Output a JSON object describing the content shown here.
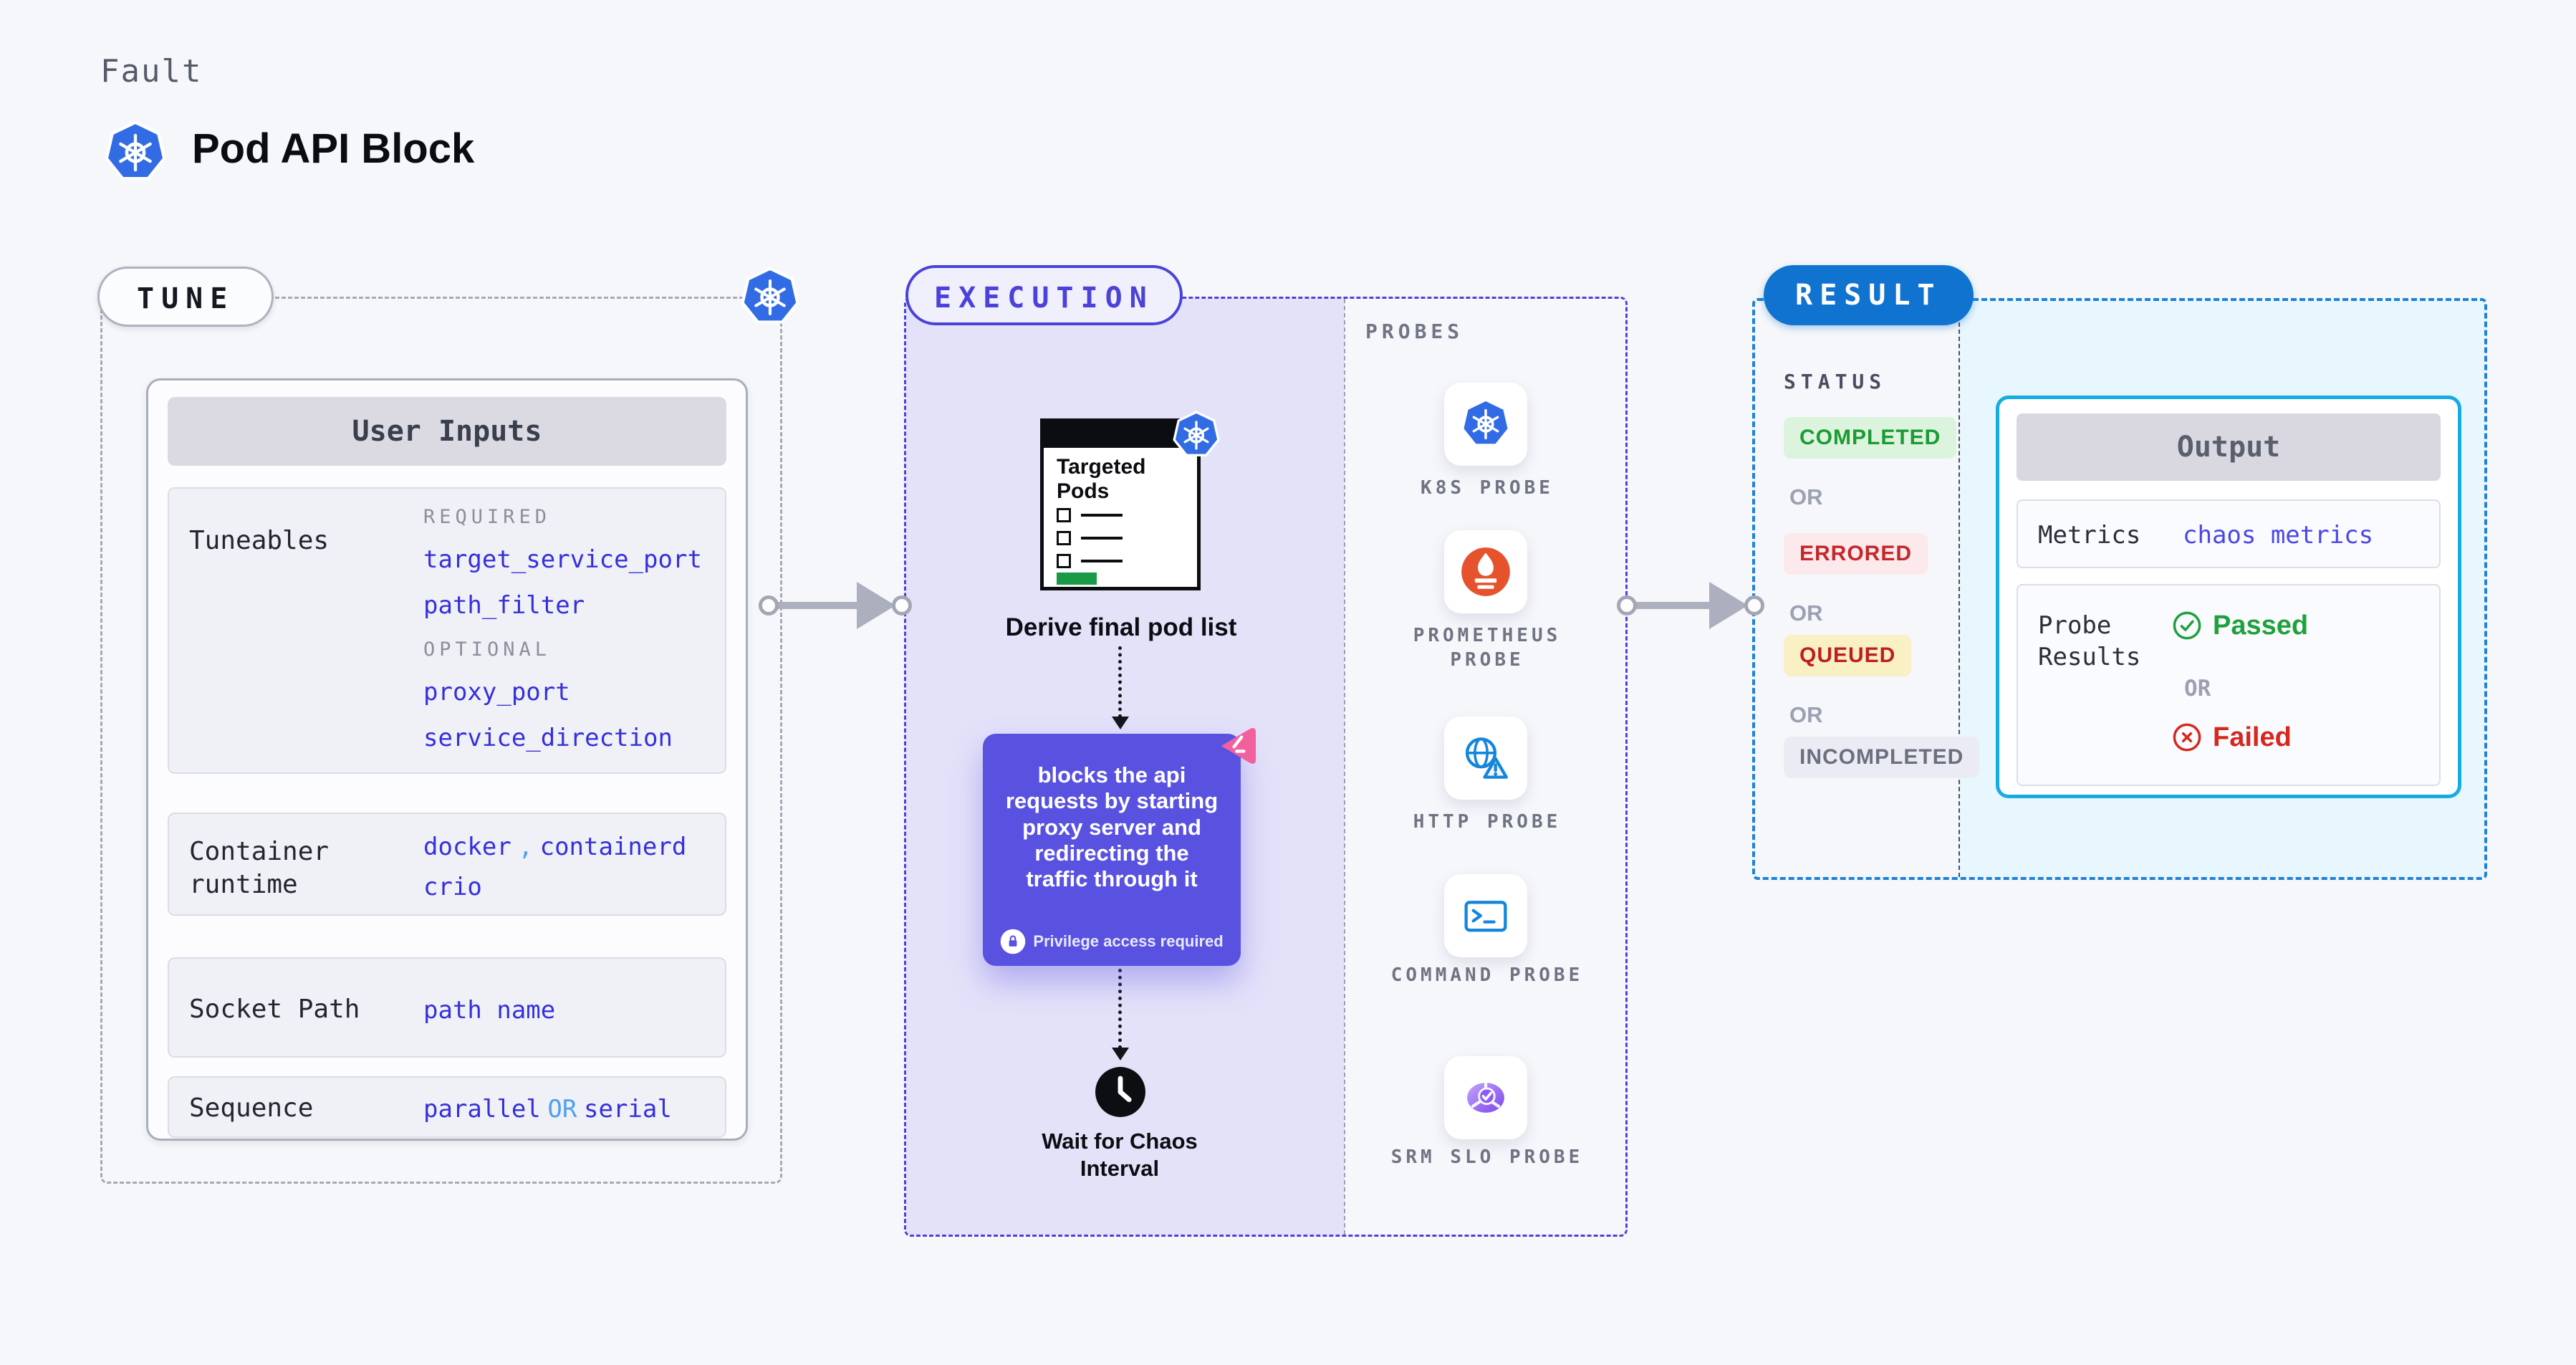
{
  "header": {
    "kicker": "Fault",
    "title": "Pod API Block"
  },
  "tune": {
    "badge": "TUNE",
    "card_header": "User Inputs",
    "tuneables": {
      "label": "Tuneables",
      "required_label": "REQUIRED",
      "required_items": [
        "target_service_port",
        "path_filter"
      ],
      "optional_label": "OPTIONAL",
      "optional_items": [
        "proxy_port",
        "service_direction"
      ]
    },
    "container_runtime": {
      "label": "Container runtime",
      "values": [
        "docker",
        "containerd",
        "crio"
      ],
      "separator": ","
    },
    "socket_path": {
      "label": "Socket Path",
      "value": "path name"
    },
    "sequence": {
      "label": "Sequence",
      "value_a": "parallel",
      "or": "OR",
      "value_b": "serial"
    }
  },
  "execution": {
    "badge": "EXECUTION",
    "targeted_pods": {
      "title": "Targeted Pods"
    },
    "derive_label": "Derive final pod list",
    "action_box": {
      "text": "blocks the api requests by starting proxy server and redirecting the traffic through it",
      "privilege_note": "Privilege access required"
    },
    "wait_label": "Wait for Chaos Interval"
  },
  "probes": {
    "label": "PROBES",
    "items": [
      {
        "name": "K8S PROBE",
        "icon": "kubernetes-icon"
      },
      {
        "name": "PROMETHEUS PROBE",
        "icon": "prometheus-icon"
      },
      {
        "name": "HTTP PROBE",
        "icon": "globe-warning-icon"
      },
      {
        "name": "COMMAND PROBE",
        "icon": "terminal-icon"
      },
      {
        "name": "SRM SLO PROBE",
        "icon": "slo-pie-check-icon"
      }
    ]
  },
  "result": {
    "badge": "RESULT",
    "status": {
      "label": "STATUS",
      "or": "OR",
      "items": [
        {
          "text": "COMPLETED",
          "color": "#1C9B33",
          "bg": "#DCF3DE"
        },
        {
          "text": "ERRORED",
          "color": "#C2282C",
          "bg": "#FBE9EB"
        },
        {
          "text": "QUEUED",
          "color": "#BE1E1E",
          "bg": "#FAF0C6"
        },
        {
          "text": "INCOMPLETED",
          "color": "#6A7080",
          "bg": "#EBECF3"
        }
      ]
    },
    "output": {
      "header": "Output",
      "metrics_label": "Metrics",
      "metrics_value": "chaos metrics",
      "probe_results_label": "Probe Results",
      "passed": "Passed",
      "or": "OR",
      "failed": "Failed"
    }
  },
  "colors": {
    "page_bg": "#F5F7FA",
    "kubernetes_blue": "#326CE5",
    "execution_indigo": "#4A42D9",
    "execution_panel": "#E4E2F9",
    "action_purple": "#5952E1",
    "harness_pink": "#F2609E",
    "result_blue": "#1173D0",
    "result_dash_blue": "#1E82D8",
    "output_border_cyan": "#16ACE3",
    "output_panel_cyan": "#E8F6FD",
    "code_blue": "#3530DB",
    "code_light_blue": "#4D9FF2",
    "passed_green": "#1FA13C",
    "failed_red": "#D7281D",
    "prometheus_orange": "#E6522C",
    "probe_icon_blue": "#1486DC",
    "srm_purple": "#8B5CF6",
    "green_bar": "#189A46"
  }
}
